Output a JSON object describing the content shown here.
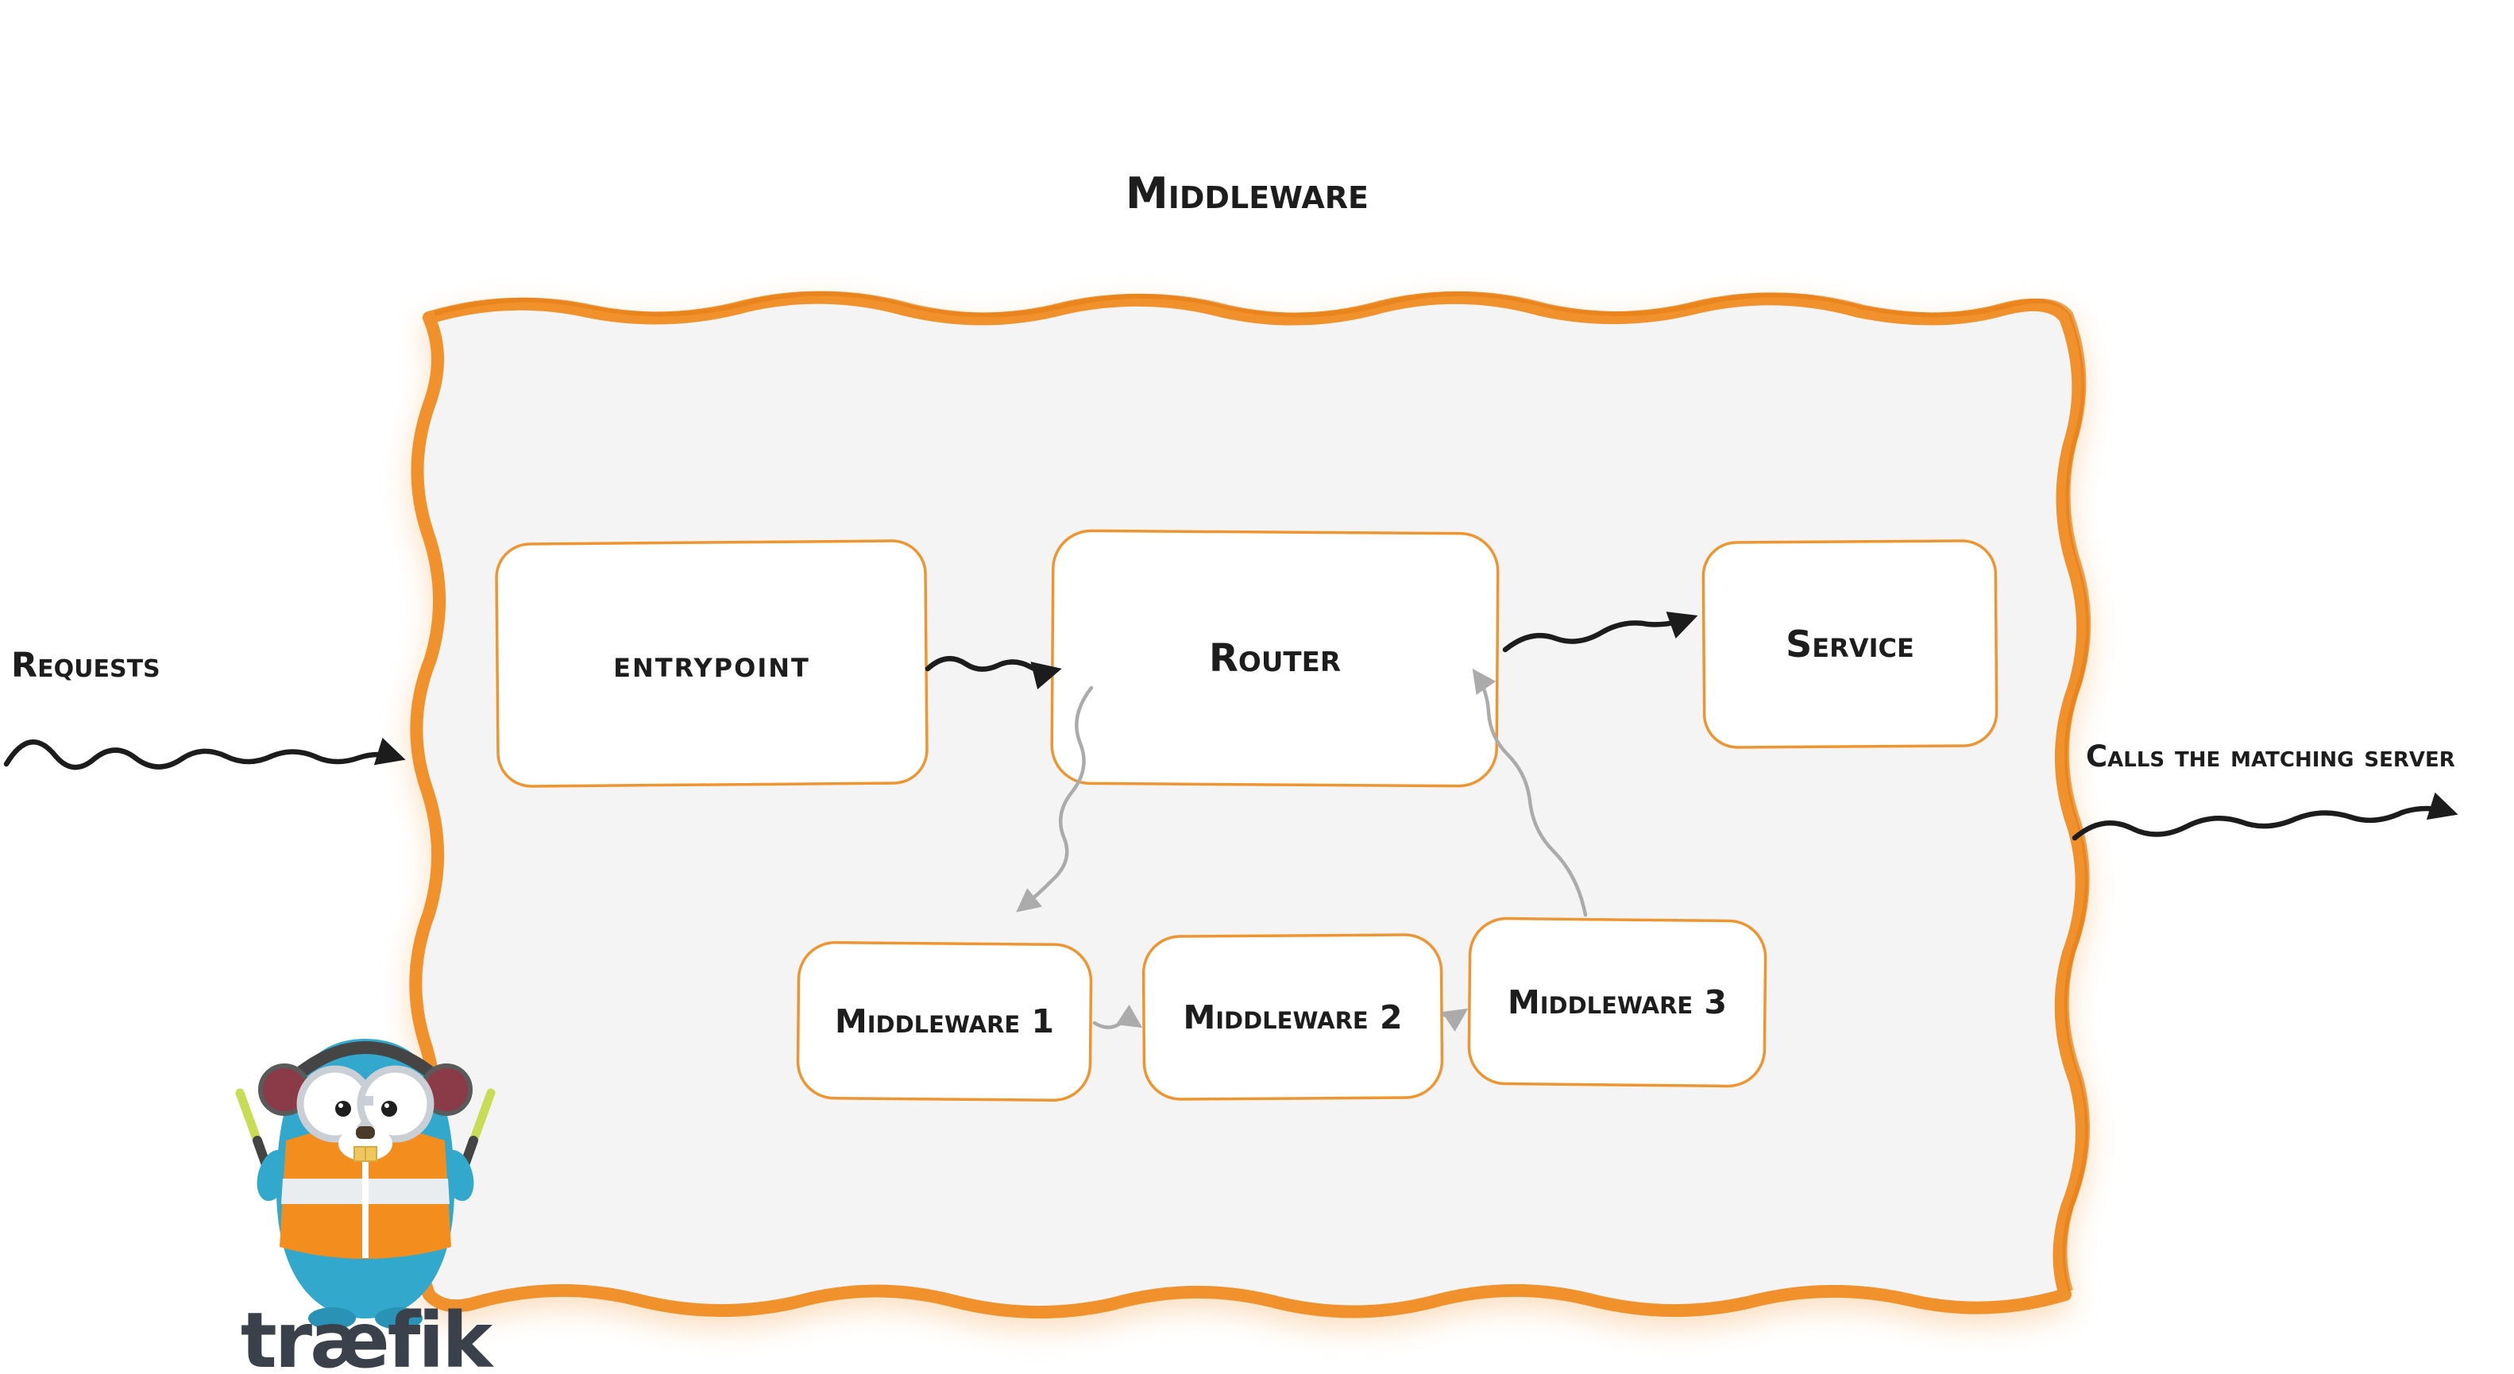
{
  "diagram": {
    "title": "Middleware",
    "nodes": {
      "entrypoint": {
        "label": "entrypoint"
      },
      "router": {
        "label": "Router"
      },
      "service": {
        "label": "Service"
      },
      "middleware1": {
        "label": "Middleware 1"
      },
      "middleware2": {
        "label": "Middleware 2"
      },
      "middleware3": {
        "label": "Middleware 3"
      }
    },
    "annotations": {
      "requests": "Requests",
      "calls_matching_server": "Calls the matching server"
    },
    "logo": {
      "wordmark": "træfik"
    },
    "colors": {
      "accent_orange": "#F0912B",
      "container_fill": "#F4F4F4",
      "node_border_orange": "#EF9530",
      "arrow_black": "#1C1C1C",
      "arrow_gray": "#ABABAB",
      "wordmark_gray": "#3A414B",
      "gopher_blue": "#31A8CC",
      "vest_orange": "#F28D1E"
    }
  }
}
